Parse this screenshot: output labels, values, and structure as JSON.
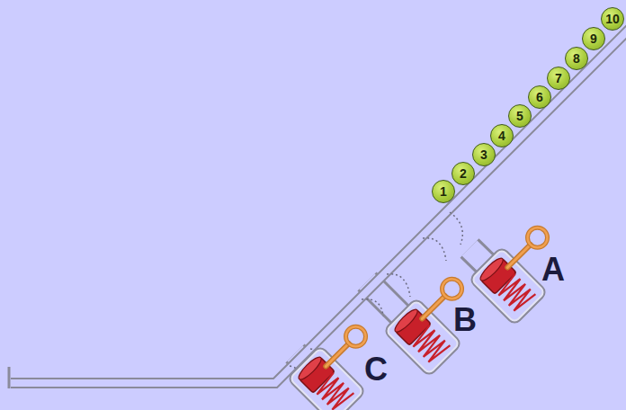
{
  "diagram": {
    "nodes": [
      {
        "text": [
          "1"
        ]
      },
      {
        "text": [
          "2"
        ]
      },
      {
        "text": [
          "3"
        ]
      },
      {
        "text": [
          "4"
        ]
      },
      {
        "text": [
          "5"
        ]
      },
      {
        "text": [
          "6"
        ]
      },
      {
        "text": [
          "7"
        ]
      },
      {
        "text": [
          "8"
        ]
      },
      {
        "text": [
          "9"
        ]
      },
      {
        "text": [
          "10"
        ]
      }
    ],
    "labels": [
      "A",
      "B",
      "C"
    ]
  }
}
